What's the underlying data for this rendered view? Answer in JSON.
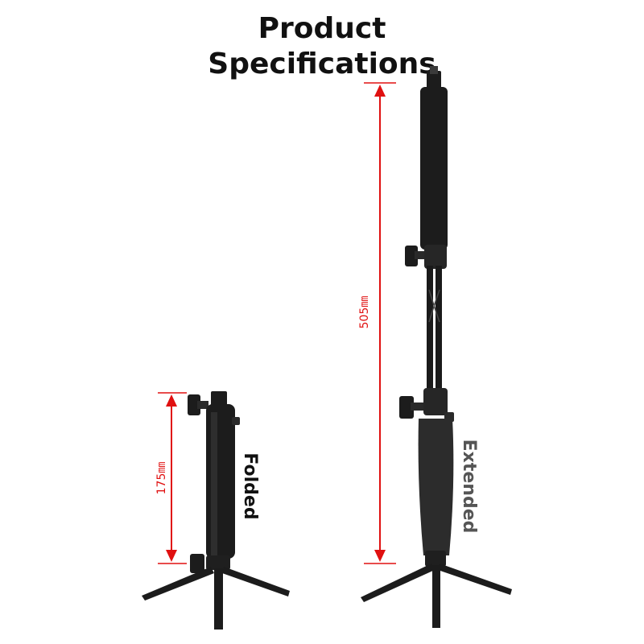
{
  "page": {
    "title_line1": "Product",
    "title_line2": "Specifications"
  },
  "folded": {
    "dimension": "175㎜",
    "label": "Folded"
  },
  "extended": {
    "dimension": "505㎜",
    "label": "Extended"
  },
  "colors": {
    "dimension_line": "#e01010",
    "product": "#1c1c1c",
    "folded_label": "#111111",
    "extended_label": "#555555"
  }
}
